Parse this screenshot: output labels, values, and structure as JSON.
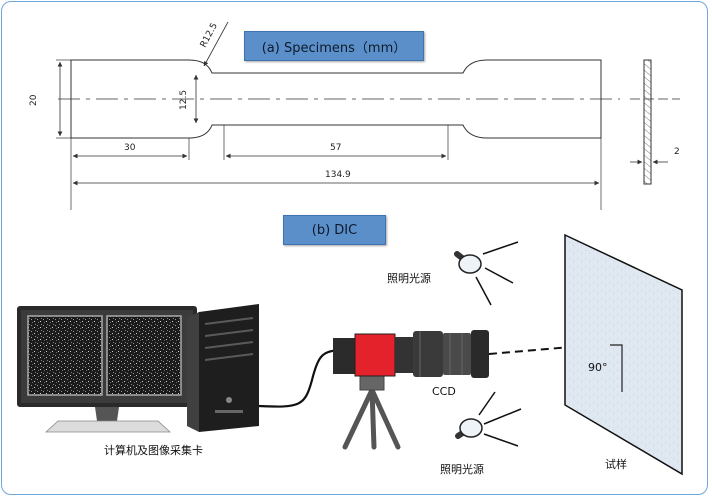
{
  "section_a": {
    "label": "(a)  Specimens（mm）",
    "dims": {
      "radius": "R12.5",
      "height": "20",
      "neck_height": "12.5",
      "grip_length": "30",
      "gauge_length": "57",
      "total_length": "134.9",
      "thickness": "2"
    }
  },
  "section_b": {
    "label": "(b)  DIC",
    "computer_label": "计算机及图像采集卡",
    "light_top_label": "照明光源",
    "light_bottom_label": "照明光源",
    "camera_label": "CCD",
    "angle_label": "90°",
    "specimen_label": "试样"
  }
}
